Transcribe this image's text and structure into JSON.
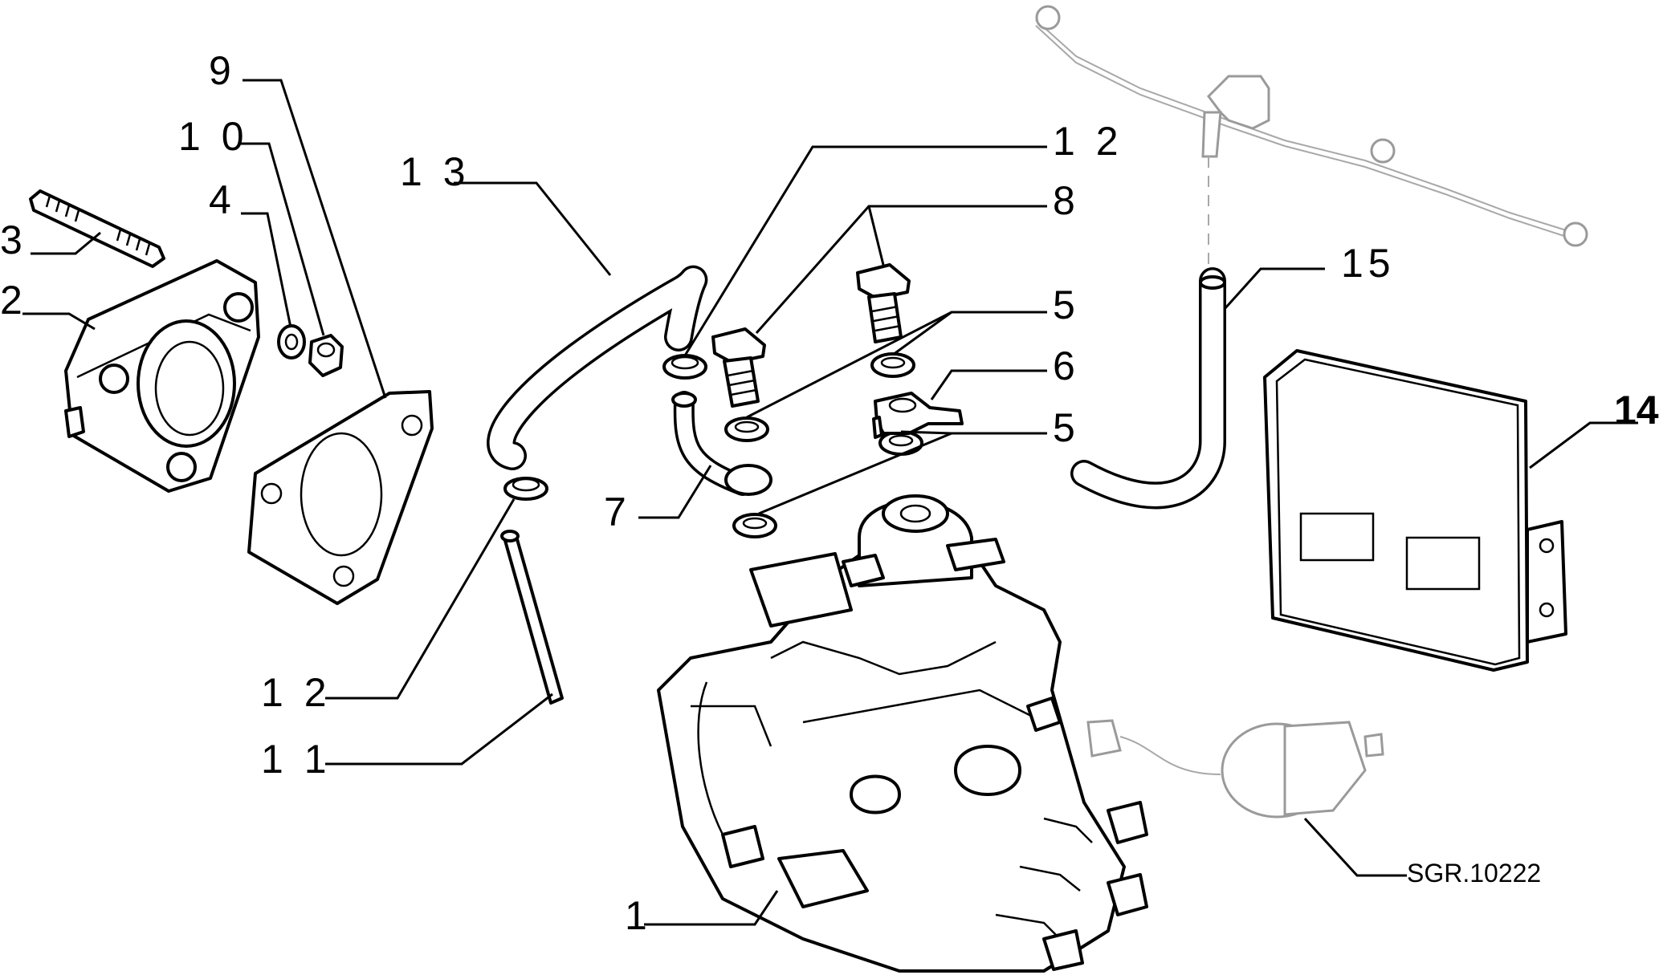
{
  "callouts": {
    "c1": "1",
    "c2": "2",
    "c3": "3",
    "c4": "4",
    "c5a": "5",
    "c5b": "5",
    "c6": "6",
    "c7": "7",
    "c8": "8",
    "c9": "9",
    "c10": "1 0",
    "c11": "1 1",
    "c12a": "1 2",
    "c12b": "1 2",
    "c13": "1 3",
    "c14": "14",
    "c15": "15"
  },
  "reference_code": "SGR.10222"
}
